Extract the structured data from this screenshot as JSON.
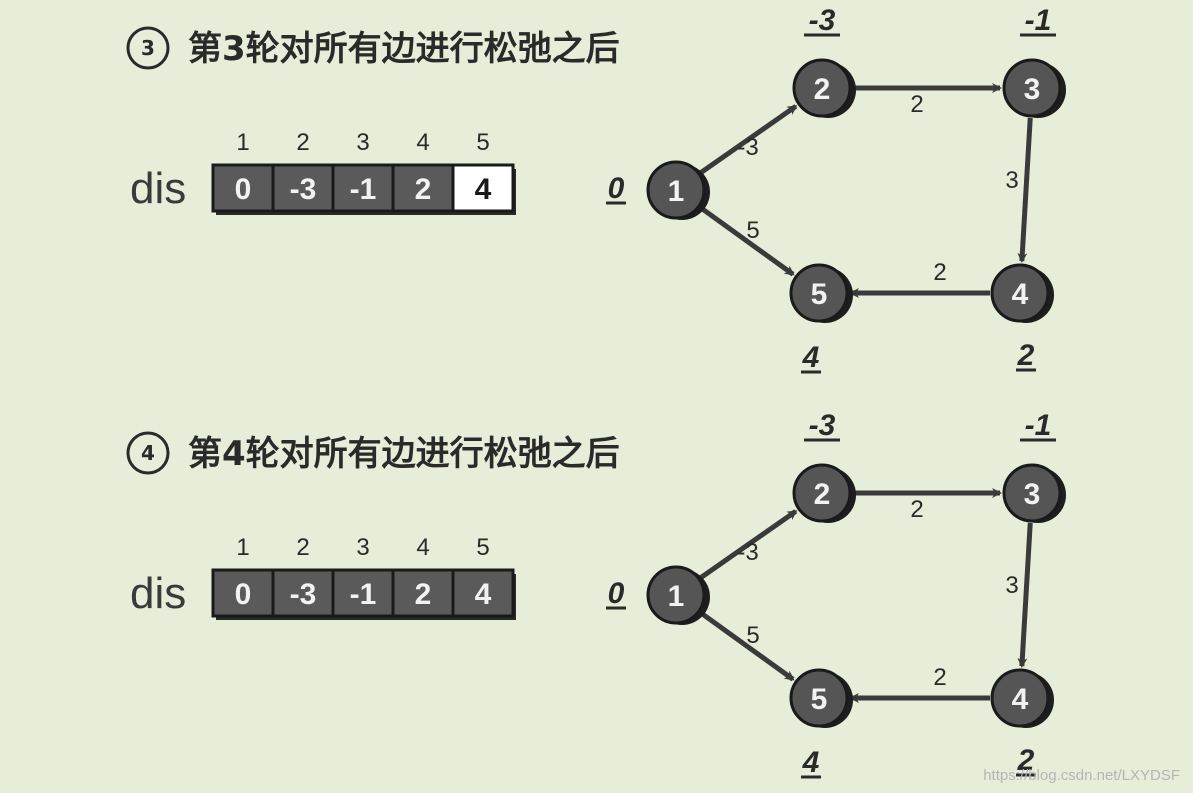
{
  "panels": [
    {
      "step": "3",
      "title": "第3轮对所有边进行松弛之后",
      "array_label": "dis",
      "indices": [
        "1",
        "2",
        "3",
        "4",
        "5"
      ],
      "cells": [
        {
          "value": "0",
          "highlight": false
        },
        {
          "value": "-3",
          "highlight": false
        },
        {
          "value": "-1",
          "highlight": false
        },
        {
          "value": "2",
          "highlight": false
        },
        {
          "value": "4",
          "highlight": true
        }
      ],
      "graph": {
        "nodes": [
          {
            "id": "1",
            "dist": "0"
          },
          {
            "id": "2",
            "dist": "-3"
          },
          {
            "id": "3",
            "dist": "-1"
          },
          {
            "id": "4",
            "dist": "2"
          },
          {
            "id": "5",
            "dist": "4"
          }
        ],
        "edges": [
          {
            "from": "1",
            "to": "2",
            "weight": "-3"
          },
          {
            "from": "2",
            "to": "3",
            "weight": "2"
          },
          {
            "from": "3",
            "to": "4",
            "weight": "3"
          },
          {
            "from": "4",
            "to": "5",
            "weight": "2"
          },
          {
            "from": "1",
            "to": "5",
            "weight": "5"
          }
        ]
      }
    },
    {
      "step": "4",
      "title": "第4轮对所有边进行松弛之后",
      "array_label": "dis",
      "indices": [
        "1",
        "2",
        "3",
        "4",
        "5"
      ],
      "cells": [
        {
          "value": "0",
          "highlight": false
        },
        {
          "value": "-3",
          "highlight": false
        },
        {
          "value": "-1",
          "highlight": false
        },
        {
          "value": "2",
          "highlight": false
        },
        {
          "value": "4",
          "highlight": false
        }
      ],
      "graph": {
        "nodes": [
          {
            "id": "1",
            "dist": "0"
          },
          {
            "id": "2",
            "dist": "-3"
          },
          {
            "id": "3",
            "dist": "-1"
          },
          {
            "id": "4",
            "dist": "2"
          },
          {
            "id": "5",
            "dist": "4"
          }
        ],
        "edges": [
          {
            "from": "1",
            "to": "2",
            "weight": "-3"
          },
          {
            "from": "2",
            "to": "3",
            "weight": "2"
          },
          {
            "from": "3",
            "to": "4",
            "weight": "3"
          },
          {
            "from": "4",
            "to": "5",
            "weight": "2"
          },
          {
            "from": "1",
            "to": "5",
            "weight": "5"
          }
        ]
      }
    }
  ],
  "watermark": "https://blog.csdn.net/LXYDSF",
  "colors": {
    "node_fill": "#555555",
    "node_stroke": "#1a1a1a",
    "cell_fill": "#5a5a5a",
    "cell_highlight_fill": "#ffffff",
    "edge": "#3a3a3a"
  }
}
